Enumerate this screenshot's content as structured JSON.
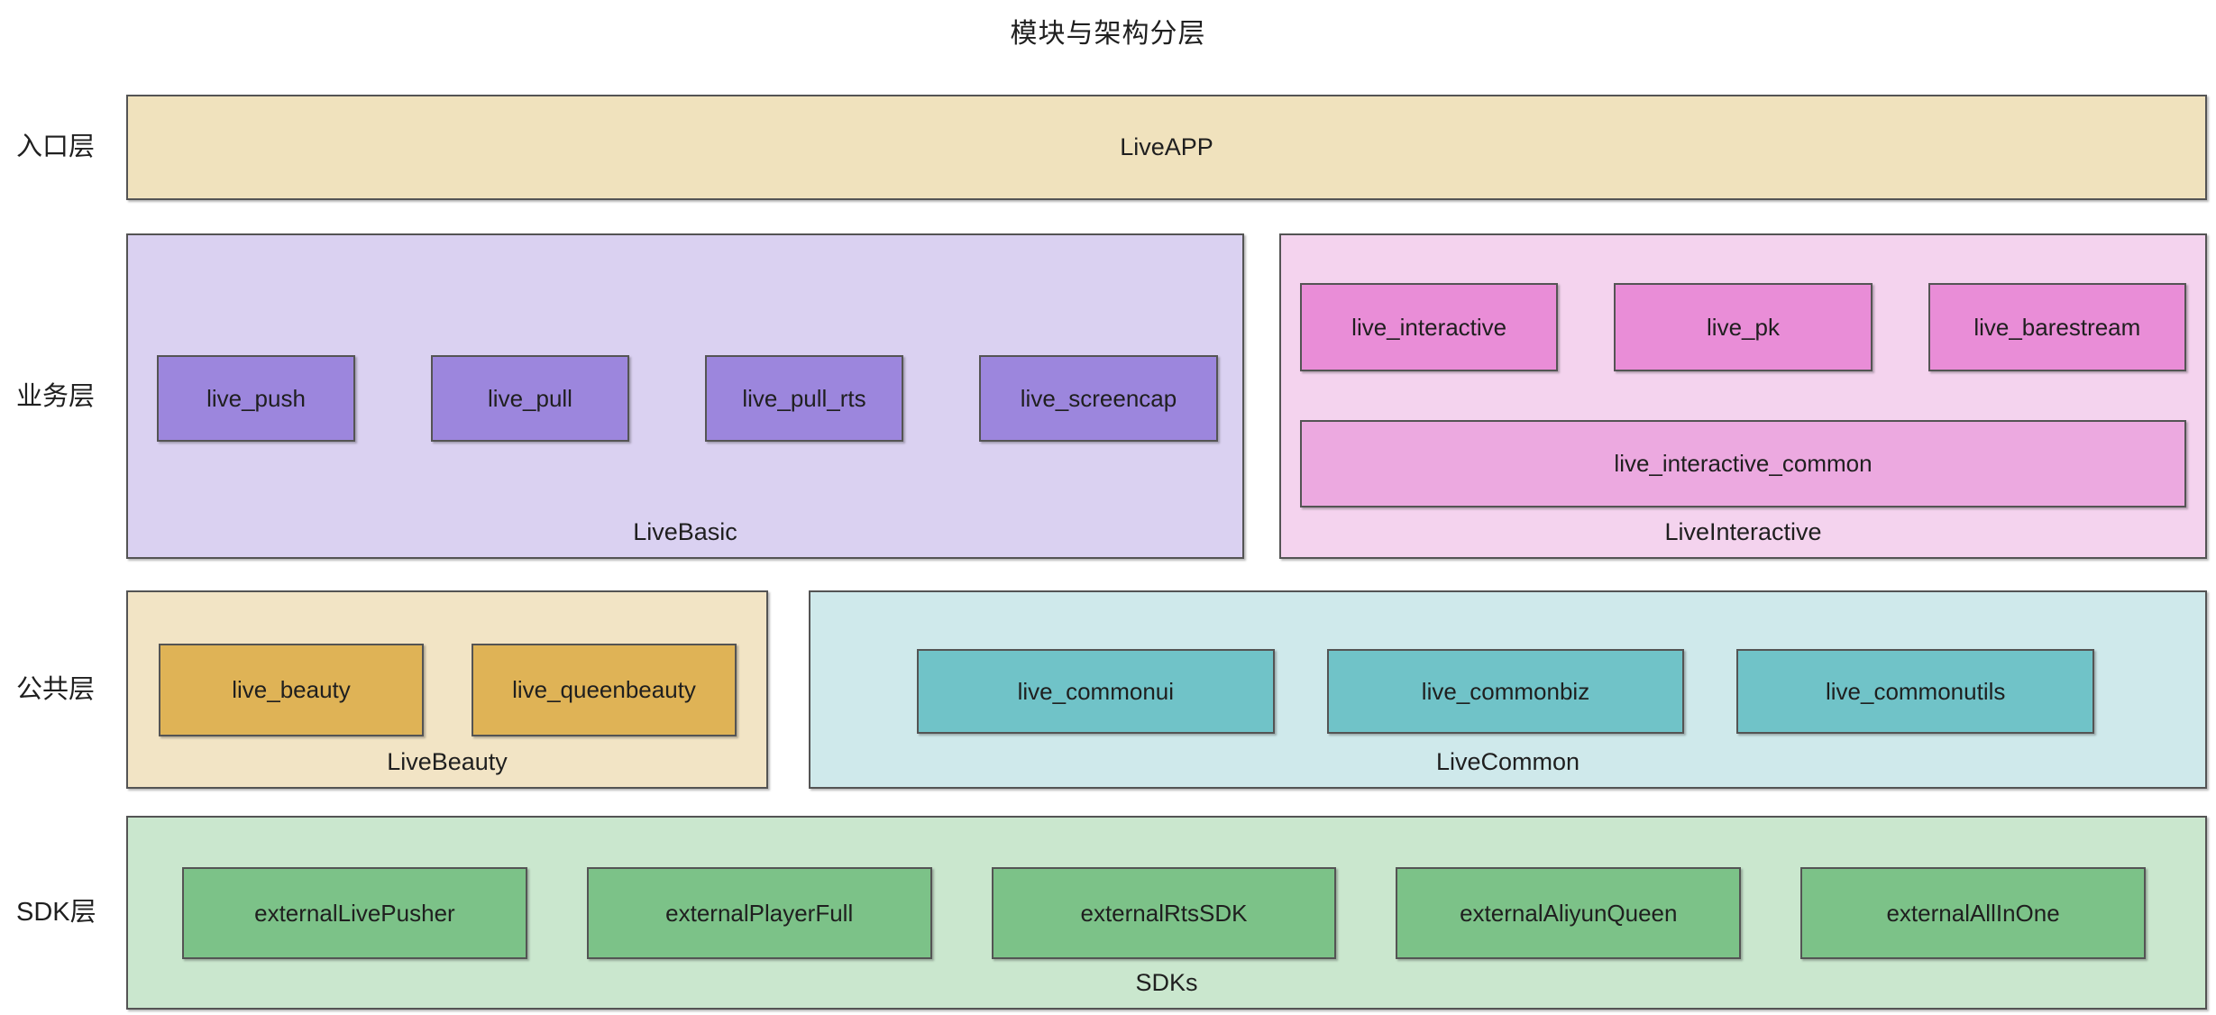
{
  "title": "模块与架构分层",
  "layers": {
    "entry": {
      "side_label": "入口层",
      "groups": {
        "live_app": {
          "label": "LiveAPP"
        }
      }
    },
    "business": {
      "side_label": "业务层",
      "groups": {
        "live_basic": {
          "label": "LiveBasic",
          "modules": [
            "live_push",
            "live_pull",
            "live_pull_rts",
            "live_screencap"
          ]
        },
        "live_interactive": {
          "label": "LiveInteractive",
          "modules": [
            "live_interactive",
            "live_pk",
            "live_barestream"
          ],
          "wide_module": "live_interactive_common"
        }
      }
    },
    "common": {
      "side_label": "公共层",
      "groups": {
        "live_beauty": {
          "label": "LiveBeauty",
          "modules": [
            "live_beauty",
            "live_queenbeauty"
          ]
        },
        "live_common": {
          "label": "LiveCommon",
          "modules": [
            "live_commonui",
            "live_commonbiz",
            "live_commonutils"
          ]
        }
      }
    },
    "sdk": {
      "side_label": "SDK层",
      "groups": {
        "sdks": {
          "label": "SDKs",
          "modules": [
            "externalLivePusher",
            "externalPlayerFull",
            "externalRtsSDK",
            "externalAliyunQueen",
            "externalAllInOne"
          ]
        }
      }
    }
  },
  "colors": {
    "entry_fill": "#f0e2bd",
    "basic_container_fill": "#dad1f1",
    "basic_module_fill": "#9c86dd",
    "interactive_container_fill": "#f4d3ee",
    "interactive_module_fill": "#e98dd7",
    "interactive_common_fill": "#eca9e0",
    "beauty_container_fill": "#f2e4c5",
    "beauty_module_fill": "#dfb356",
    "common_container_fill": "#cfe9eb",
    "common_module_fill": "#70c3c8",
    "sdk_container_fill": "#cae7ce",
    "sdk_module_fill": "#7cc288",
    "border": "#545454",
    "text": "#1f1f1f"
  }
}
